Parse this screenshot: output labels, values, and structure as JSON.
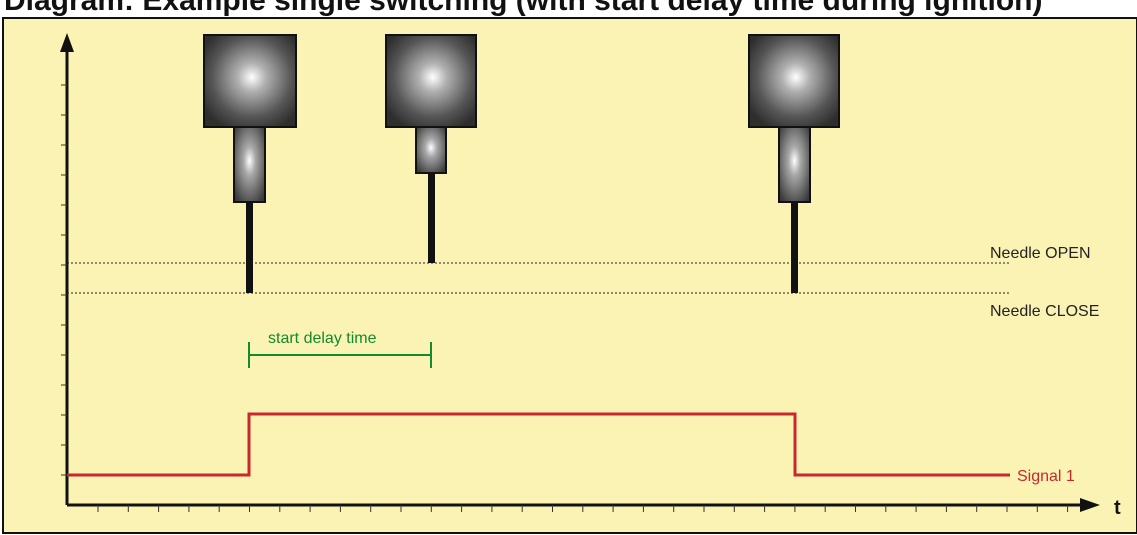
{
  "title": "Diagram: Example single switching (with start delay time  during ignition)",
  "labels": {
    "needle_open": "Needle OPEN",
    "needle_close": "Needle CLOSE",
    "start_delay": "start delay time",
    "signal": "Signal 1",
    "time_axis": "t"
  },
  "colors": {
    "background": "#fbf3b3",
    "signal": "#c8282d",
    "delay_marker": "#138a2e",
    "needle": "#111111"
  },
  "valves": [
    {
      "state": "closed",
      "note": "needle at CLOSE level when signal rises"
    },
    {
      "state": "open",
      "note": "needle at OPEN level after start delay"
    },
    {
      "state": "closed",
      "note": "needle at CLOSE level when signal falls"
    }
  ]
}
